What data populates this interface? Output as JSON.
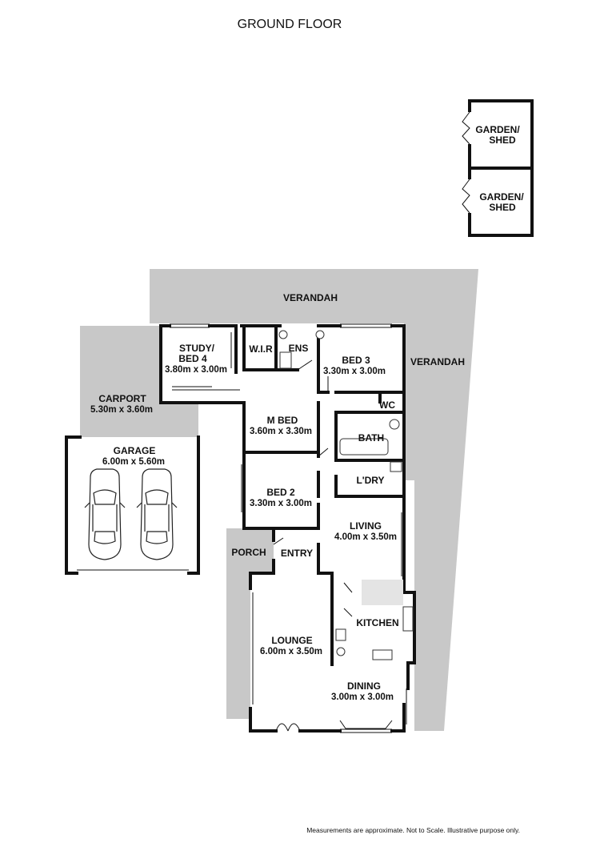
{
  "title": "GROUND FLOOR",
  "disclaimer": "Measurements are approximate.  Not to Scale.  Illustrative purpose only.",
  "colors": {
    "outdoor_area": "#c8c8c8",
    "wall": "#111111",
    "bench": "#e4e4e4"
  },
  "outbuildings": [
    {
      "line1": "GARDEN/",
      "line2": "SHED"
    },
    {
      "line1": "GARDEN/",
      "line2": "SHED"
    }
  ],
  "outdoor": {
    "verandah_top": "VERANDAH",
    "verandah_side": "VERANDAH",
    "carport": {
      "name": "CARPORT",
      "size": "5.30m  x 3.60m"
    },
    "porch": "PORCH"
  },
  "rooms": {
    "garage": {
      "name": "GARAGE",
      "size": "6.00m  x 5.60m"
    },
    "study": {
      "line1": "STUDY/",
      "line2": "BED 4",
      "size": "3.80m  x 3.00m"
    },
    "wir": "W.I.R",
    "ens": "ENS",
    "bed3": {
      "name": "BED 3",
      "size": "3.30m  x 3.00m"
    },
    "wc": "WC",
    "mbed": {
      "name": "M BED",
      "size": "3.60m  x 3.30m"
    },
    "bath": "BATH",
    "bed2": {
      "name": "BED 2",
      "size": "3.30m  x 3.00m"
    },
    "ldry": "L'DRY",
    "living": {
      "name": "LIVING",
      "size": "4.00m  x 3.50m"
    },
    "entry": "ENTRY",
    "kitchen": "KITCHEN",
    "lounge": {
      "name": "LOUNGE",
      "size": "6.00m  x 3.50m"
    },
    "dining": {
      "name": "DINING",
      "size": "3.00m  x 3.00m"
    }
  }
}
